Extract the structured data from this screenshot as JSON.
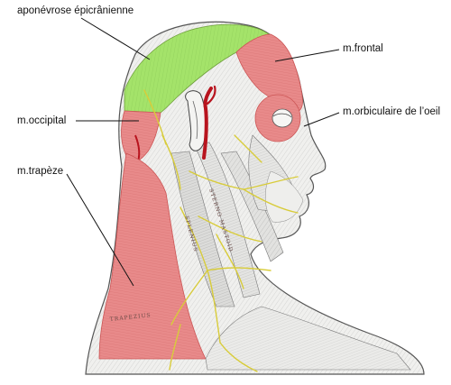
{
  "labels": {
    "aponevrose": "aponévrose épicrânienne",
    "frontal": "m.frontal",
    "orbiculaire": "m.orbiculaire de l’oeil",
    "occipital": "m.occipital",
    "trapeze": "m.trapèze"
  },
  "engraved_text": {
    "trapezius": "TRAPEZIUS",
    "splenius": "SPLENIUS",
    "sternomastoid": "STERNO MASTOID"
  },
  "colors": {
    "aponeurosis_green": "#a4e36a",
    "muscle_red": "#e88a8a",
    "muscle_red_dark": "#d46565",
    "nerve_yellow": "#d8cc3a",
    "artery_red": "#b8141e",
    "leader_line": "#111111"
  }
}
